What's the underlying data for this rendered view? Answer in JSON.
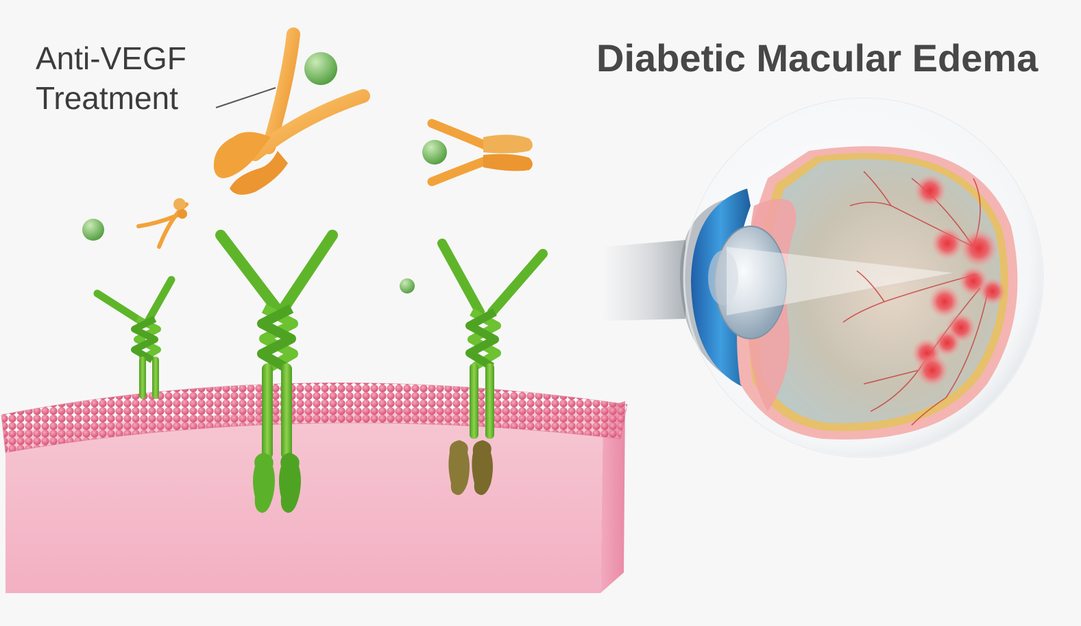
{
  "labels": {
    "treatment_line1": "Anti-VEGF",
    "treatment_line2": "Treatment",
    "title": "Diabetic Macular Edema"
  },
  "colors": {
    "receptor_green": "#5fb52a",
    "antibody_orange": "#f2a23a",
    "membrane_pink": "#e0607e",
    "tissue_pink": "#f3b6c6",
    "vegf_ball_green": "#6cbf58",
    "hemorrhage_red": "#e8343c",
    "iris_blue": "#2f7fc9"
  },
  "icons": [
    "antibody-icon",
    "receptor-icon",
    "vegf-particle-icon",
    "eye-icon",
    "cell-membrane"
  ]
}
